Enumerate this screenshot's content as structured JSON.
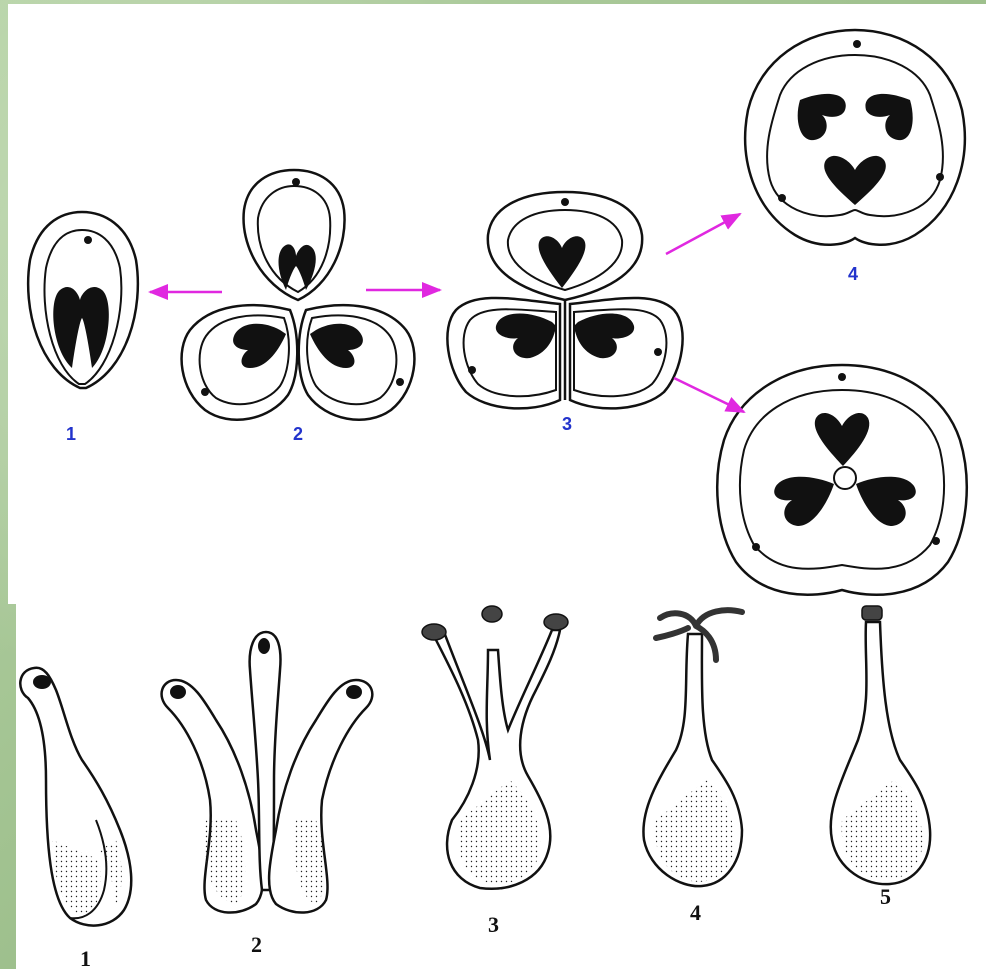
{
  "top_row": {
    "labels": [
      "1",
      "2",
      "3",
      "4"
    ]
  },
  "bottom_row": {
    "labels": [
      "1",
      "2",
      "3",
      "4",
      "5"
    ]
  },
  "colors": {
    "arrow": "#e028e0",
    "top_label": "#2233cc",
    "ink": "#111111",
    "background": "#a9c79a"
  }
}
